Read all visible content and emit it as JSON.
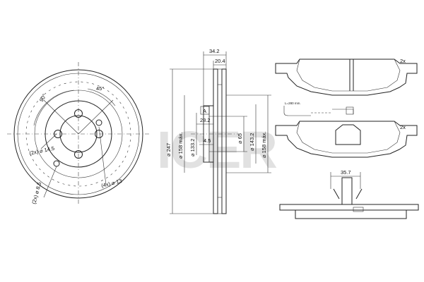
{
  "watermark": {
    "text": "ICER",
    "color": "#bdbdbd"
  },
  "disc_front": {
    "angle_pcd": "90°",
    "angle_holes": "45°",
    "hole_2x": "(2x) ⌀ 14.5",
    "hole_4x": "(4x) ⌀ 13",
    "hole_2x_b": "(2x) ⌀ 8.5"
  },
  "disc_section": {
    "total_width": "34.2",
    "hub_width": "20.4",
    "ref_a": "A",
    "hub_offset": "28.2",
    "pad_thick": "4.5",
    "d_outer": "⌀ 247",
    "d_max": "⌀ 158 máx.",
    "d_inner": "⌀ 133.2",
    "d_centre": "⌀ 65",
    "d_bolt": "⌀ 143.2",
    "d_max2": "⌀ 158 máx."
  },
  "pads": {
    "qty_top": "2x",
    "qty_mid": "2x",
    "wire_length": "L=280 mm.",
    "thickness": "35.7"
  }
}
